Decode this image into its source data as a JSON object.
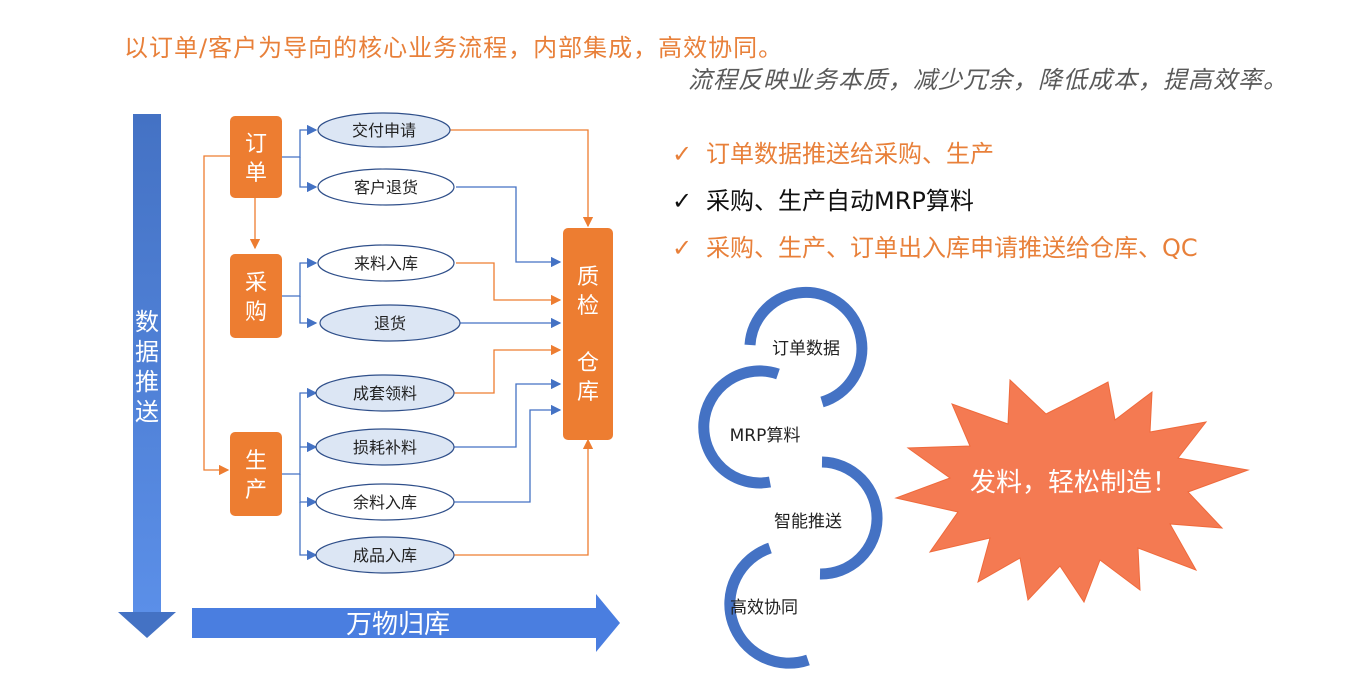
{
  "headline": "以订单/客户为导向的核心业务流程，内部集成，高效协同。",
  "subline": "流程反映业务本质，减少冗余，降低成本，提高效率。",
  "bullets": [
    {
      "check": "✓",
      "text": "订单数据推送给采购、生产",
      "color": "#e8803a"
    },
    {
      "check": "✓",
      "text": "采购、生产自动MRP算料",
      "color": "#111111"
    },
    {
      "check": "✓",
      "text": "采购、生产、订单出入库申请推送给仓库、QC",
      "color": "#e8803a"
    }
  ],
  "flow": {
    "vertical_arrow": [
      "数",
      "据",
      "推",
      "送"
    ],
    "horizontal_arrow": "万物归库",
    "order_box": [
      "订",
      "单"
    ],
    "purchase_box": [
      "采",
      "购"
    ],
    "production_box": [
      "生",
      "产"
    ],
    "qc_box": [
      "质",
      "检"
    ],
    "warehouse_box": [
      "仓",
      "库"
    ],
    "order_items": [
      "交付申请",
      "客户退货"
    ],
    "purchase_items": [
      "来料入库",
      "退货"
    ],
    "production_items": [
      "成套领料",
      "损耗补料",
      "余料入库",
      "成品入库"
    ]
  },
  "cycle": [
    "订单数据",
    "MRP算料",
    "智能推送",
    "高效协同"
  ],
  "burst_text": "发料，轻松制造！",
  "colors": {
    "orange": "#ed7d31",
    "blue": "#4472c4",
    "light_blue_fill": "#dce6f4",
    "oval_border": "#2f4f8a",
    "burst": "#f47a52"
  }
}
